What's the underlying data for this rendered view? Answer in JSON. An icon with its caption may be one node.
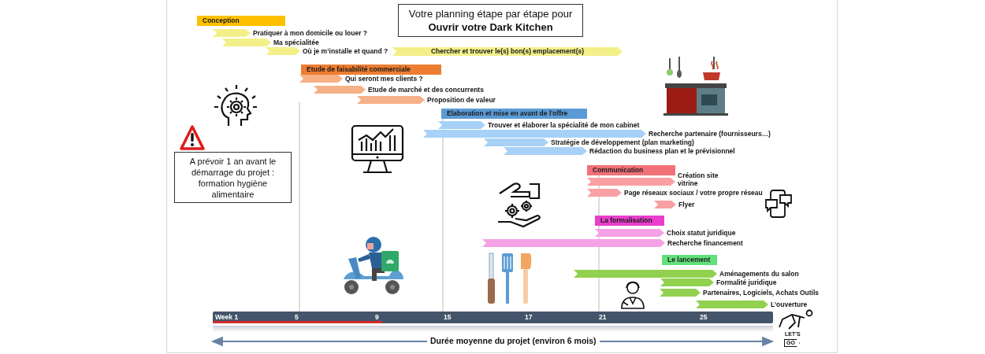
{
  "diagram": {
    "nodes": [
      {
        "text": [
          "Votre planning étape par étape pour",
          "Ouvrir votre Dark Kitchen"
        ]
      },
      {
        "text": [
          "Conception"
        ]
      },
      {
        "text": [],
        "shape": "bar",
        "beside": [
          "Pratiquer à mon domicile ou louer  ?"
        ]
      },
      {
        "text": [],
        "shape": "bar",
        "beside": [
          "Ma spécialitée"
        ]
      },
      {
        "text": [],
        "shape": "bar",
        "beside": [
          "Où je m’installe et quand ?"
        ]
      },
      {
        "text": [
          "Chercher et trouver le(s) bon(s) emplacement(s)"
        ]
      },
      {
        "text": [
          "Etude de faisabilité commerciale"
        ]
      },
      {
        "text": [],
        "shape": "bar",
        "beside": [
          "Qui seront mes clients ?"
        ]
      },
      {
        "text": [],
        "shape": "bar",
        "beside": [
          "Etude de marché et des concurrents"
        ]
      },
      {
        "text": [],
        "shape": "bar",
        "beside": [
          "Proposition de valeur"
        ]
      },
      {
        "text": [
          "Elaboration et mise en avant de l'offre"
        ]
      },
      {
        "text": [],
        "shape": "bar",
        "beside": [
          "Trouver et élaborer la spécialité de mon cabinet"
        ]
      },
      {
        "text": [],
        "shape": "bar",
        "beside": [
          "Recherche partenaire (fournisseurs…)"
        ]
      },
      {
        "text": [],
        "shape": "bar",
        "beside": [
          "Stratégie de développement (plan marketing)"
        ]
      },
      {
        "text": [],
        "shape": "bar",
        "beside": [
          "Rédaction du business plan et le prévisionnel"
        ]
      },
      {
        "text": [
          "Communication"
        ]
      },
      {
        "text": [],
        "shape": "bar",
        "beside": [
          "Création site vitrine"
        ]
      },
      {
        "text": [],
        "shape": "bar",
        "beside": [
          "Page réseaux sociaux / votre propre réseau"
        ]
      },
      {
        "text": [],
        "shape": "bar",
        "beside": [
          "Flyer"
        ]
      },
      {
        "text": [
          "La formalisation"
        ]
      },
      {
        "text": [],
        "shape": "bar",
        "beside": [
          "Choix statut juridique"
        ]
      },
      {
        "text": [],
        "shape": "bar",
        "beside": [
          "Recherche financement"
        ]
      },
      {
        "text": [
          "Le lancement"
        ]
      },
      {
        "text": [],
        "shape": "bar",
        "beside": [
          "Aménagements du salon"
        ]
      },
      {
        "text": [],
        "shape": "bar",
        "beside": [
          "Formalité juridique"
        ]
      },
      {
        "text": [],
        "shape": "bar",
        "beside": [
          "Partenaires, Logiciels, Achats Outils"
        ]
      },
      {
        "text": [],
        "shape": "bar",
        "beside": [
          "L’ouverture"
        ]
      },
      {
        "text": [
          "A prévoir 1 an avant le démarrage du projet : formation hygiène alimentaire"
        ]
      }
    ],
    "labels": [
      "Week 1",
      "5",
      "9",
      "15",
      "17",
      "21",
      "25",
      "Durée moyenne du projet (environ 6 mois)",
      "LET'S",
      "GO"
    ]
  }
}
